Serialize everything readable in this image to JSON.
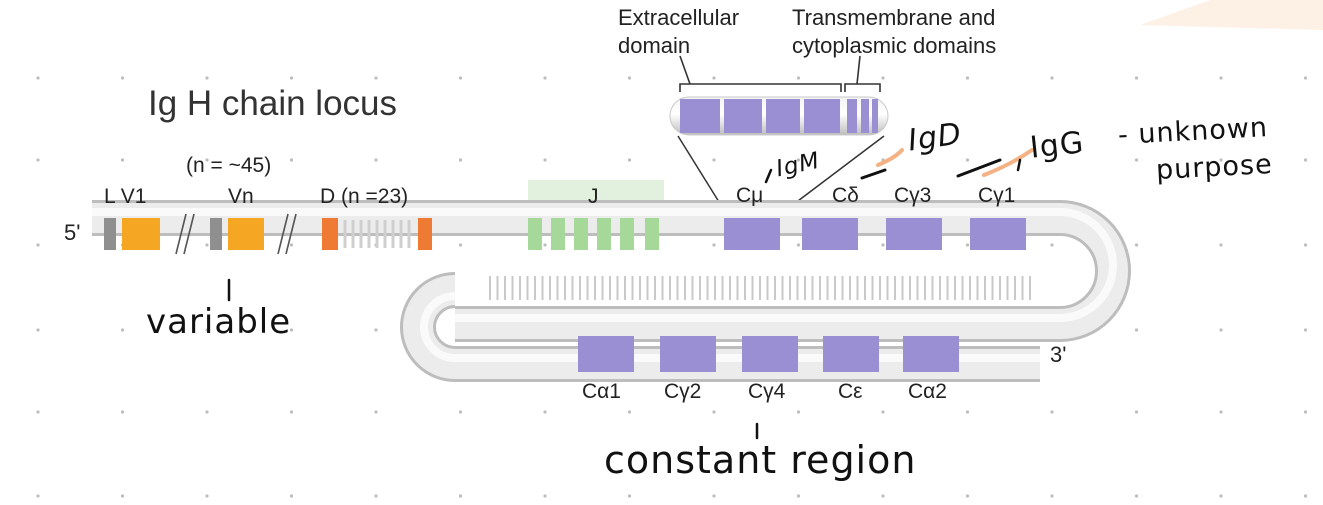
{
  "title": "Ig H chain locus",
  "header": {
    "extracellular": "Extracellular\ndomain",
    "transmembrane": "Transmembrane and\ncytoplasmic domains"
  },
  "labels": {
    "five_prime": "5'",
    "three_prime": "3'",
    "lv1": "L V1",
    "n45": "(n = ~45)",
    "vn": "Vn",
    "d": "D (n =23)",
    "j": "J"
  },
  "constant_top": [
    "Cμ",
    "Cδ",
    "Cγ3",
    "Cγ1"
  ],
  "constant_bottom": [
    "Cα1",
    "Cγ2",
    "Cγ4",
    "Cε",
    "Cα2"
  ],
  "annotations": {
    "igm": "IgM",
    "igd": "IgD",
    "igg": "IgG",
    "igg_note": "- unknown",
    "igg_note2": "purpose",
    "variable": "variable",
    "constant": "constant region",
    "tick1": "1",
    "tick2": "1"
  },
  "colors": {
    "v_segment": "#f5a623",
    "d_segment": "#ee7a34",
    "j_segment": "#a6d89a",
    "c_segment": "#9b8fd4",
    "leader": "#8f8f8f",
    "tube": "#d9d9d9",
    "accent_orange": "#f3b184"
  }
}
